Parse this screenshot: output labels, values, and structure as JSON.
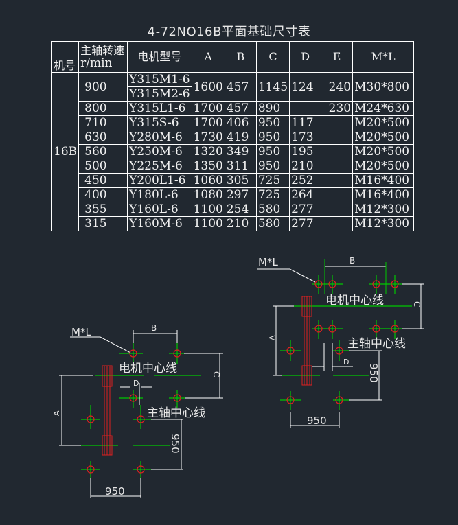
{
  "title": "4-72NO16B平面基础尺寸表",
  "table": {
    "headers": {
      "model": "机号",
      "speed_top": "主轴转速",
      "speed_bottom": "r/min",
      "motor": "电机型号",
      "a": "A",
      "b": "B",
      "c": "C",
      "d": "D",
      "e": "E",
      "ml": "M*L"
    },
    "machine": "16B",
    "rows": [
      {
        "speed": "900",
        "motor1": "Y315M1-6",
        "motor2": "Y315M2-6",
        "a": "1600",
        "b": "457",
        "c": "1145",
        "d": "124",
        "e": "240",
        "ml": "M30*800"
      },
      {
        "speed": "800",
        "motor": "Y315L1-6",
        "a": "1700",
        "b": "457",
        "c": "890",
        "d": "",
        "e": "230",
        "ml": "M24*630"
      },
      {
        "speed": "710",
        "motor": "Y315S-6",
        "a": "1700",
        "b": "406",
        "c": "950",
        "d": "117",
        "e": "",
        "ml": "M20*500"
      },
      {
        "speed": "630",
        "motor": "Y280M-6",
        "a": "1730",
        "b": "419",
        "c": "950",
        "d": "173",
        "e": "",
        "ml": "M20*500"
      },
      {
        "speed": "560",
        "motor": "Y250M-6",
        "a": "1320",
        "b": "349",
        "c": "950",
        "d": "195",
        "e": "",
        "ml": "M20*500"
      },
      {
        "speed": "500",
        "motor": "Y225M-6",
        "a": "1350",
        "b": "311",
        "c": "950",
        "d": "210",
        "e": "",
        "ml": "M20*500"
      },
      {
        "speed": "450",
        "motor": "Y200L1-6",
        "a": "1060",
        "b": "305",
        "c": "725",
        "d": "252",
        "e": "",
        "ml": "M16*400"
      },
      {
        "speed": "400",
        "motor": "Y180L-6",
        "a": "1080",
        "b": "297",
        "c": "725",
        "d": "264",
        "e": "",
        "ml": "M16*400"
      },
      {
        "speed": "355",
        "motor": "Y160L-6",
        "a": "1100",
        "b": "254",
        "c": "580",
        "d": "277",
        "e": "",
        "ml": "M12*300"
      },
      {
        "speed": "315",
        "motor": "Y160M-6",
        "a": "1100",
        "b": "210",
        "c": "580",
        "d": "277",
        "e": "",
        "ml": "M12*300"
      }
    ]
  },
  "drawing_left": {
    "bolt_label": "M*L",
    "dim_b": "B",
    "dim_c": "C",
    "dim_d": "D",
    "dim_a": "A",
    "motor_center": "电机中心线",
    "shaft_center": "主轴中心线",
    "dim_vertical": "950",
    "dim_horizontal": "950"
  },
  "drawing_right": {
    "bolt_label": "M*L",
    "dim_b": "B",
    "dim_c": "C",
    "dim_d": "D",
    "dim_a": "A",
    "motor_center": "电机中心线",
    "shaft_center": "主轴中心线",
    "dim_vertical": "950",
    "dim_horizontal": "950"
  },
  "colors": {
    "background": "#212830",
    "lines": "#ffffff",
    "centerlines": "#00c800",
    "holes": "#e02020"
  }
}
